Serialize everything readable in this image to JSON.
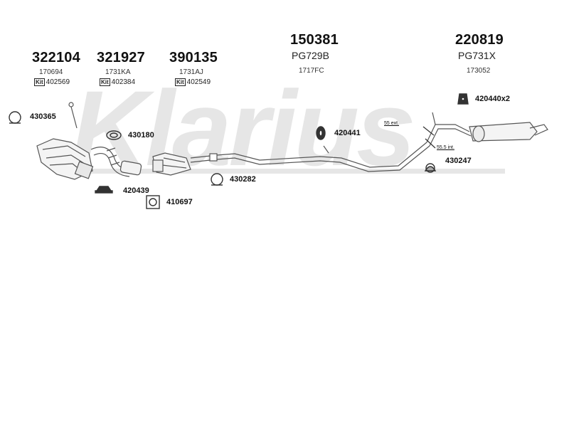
{
  "watermark": {
    "text": "Klarius"
  },
  "main_parts": [
    {
      "number": "322104",
      "ref": "170694",
      "kit": "402569"
    },
    {
      "number": "321927",
      "ref": "1731KA",
      "kit": "402384"
    },
    {
      "number": "390135",
      "ref": "1731AJ",
      "kit": "402549"
    },
    {
      "number": "150381",
      "ref": "PG729B",
      "ref2": "1717FC"
    },
    {
      "number": "220819",
      "ref": "PG731X",
      "ref2": "173052"
    }
  ],
  "kit_badge": "Kit",
  "fittings": {
    "f430365": "430365",
    "f430180": "430180",
    "f420439": "420439",
    "f410697": "410697",
    "f430282": "430282",
    "f420441": "420441",
    "f420440": "420440x2",
    "f430247": "430247"
  },
  "dimensions": {
    "d55ext": "55 ext.",
    "d55int": "55.5 int."
  }
}
